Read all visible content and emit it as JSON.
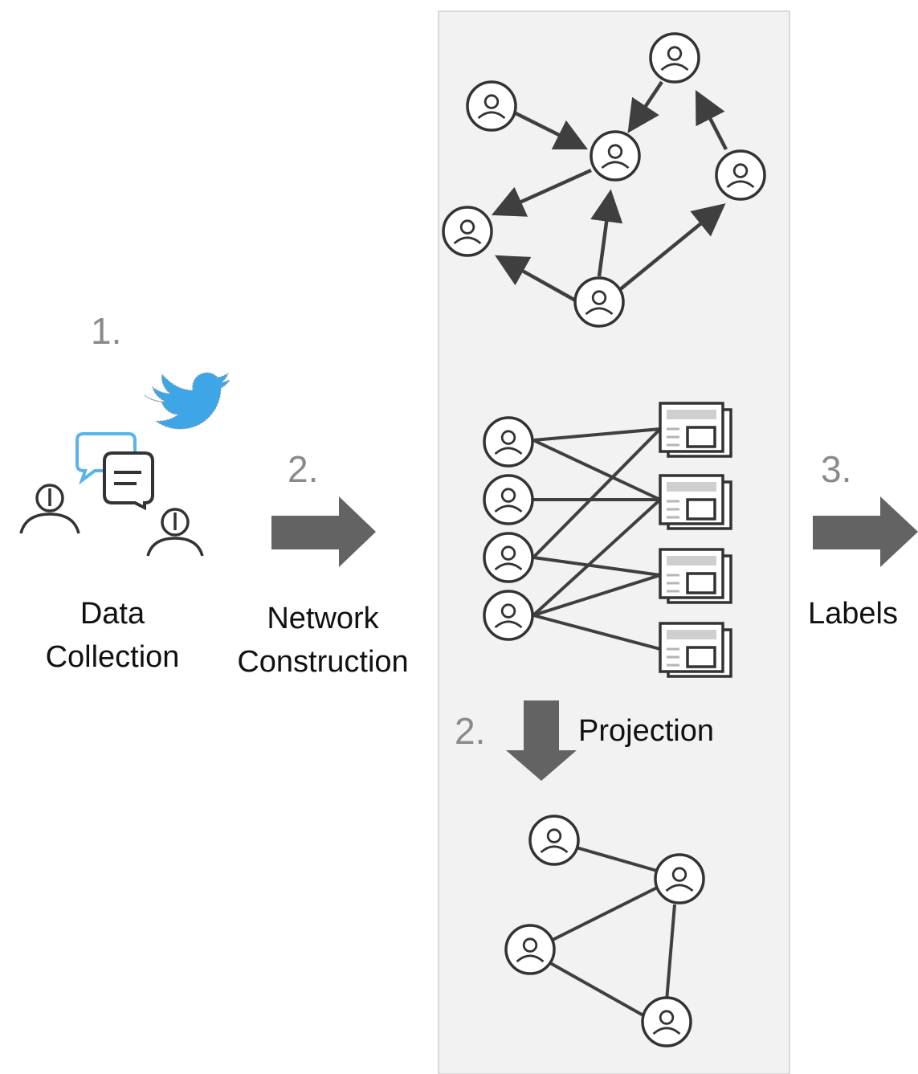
{
  "steps": {
    "data_collection": {
      "number": "1.",
      "line1": "Data",
      "line2": "Collection"
    },
    "network_construction": {
      "number": "2.",
      "line1": "Network",
      "line2": "Construction"
    },
    "projection": {
      "number": "2.",
      "label": "Projection"
    },
    "labels": {
      "number": "3.",
      "label": "Labels"
    }
  },
  "icons": {
    "bird": "twitter-bird-icon",
    "chat": "chat-bubbles-icon",
    "user": "user-icon",
    "news": "news-article-icon",
    "arrow": "process-arrow-icon"
  },
  "colors": {
    "panel": "#f2f2f2",
    "panel_border": "#cfcfcf",
    "edge": "#3f3f3f",
    "arrow": "#636363",
    "step_number": "#8a8a8a",
    "twitter_blue": "#3ea6e6"
  }
}
